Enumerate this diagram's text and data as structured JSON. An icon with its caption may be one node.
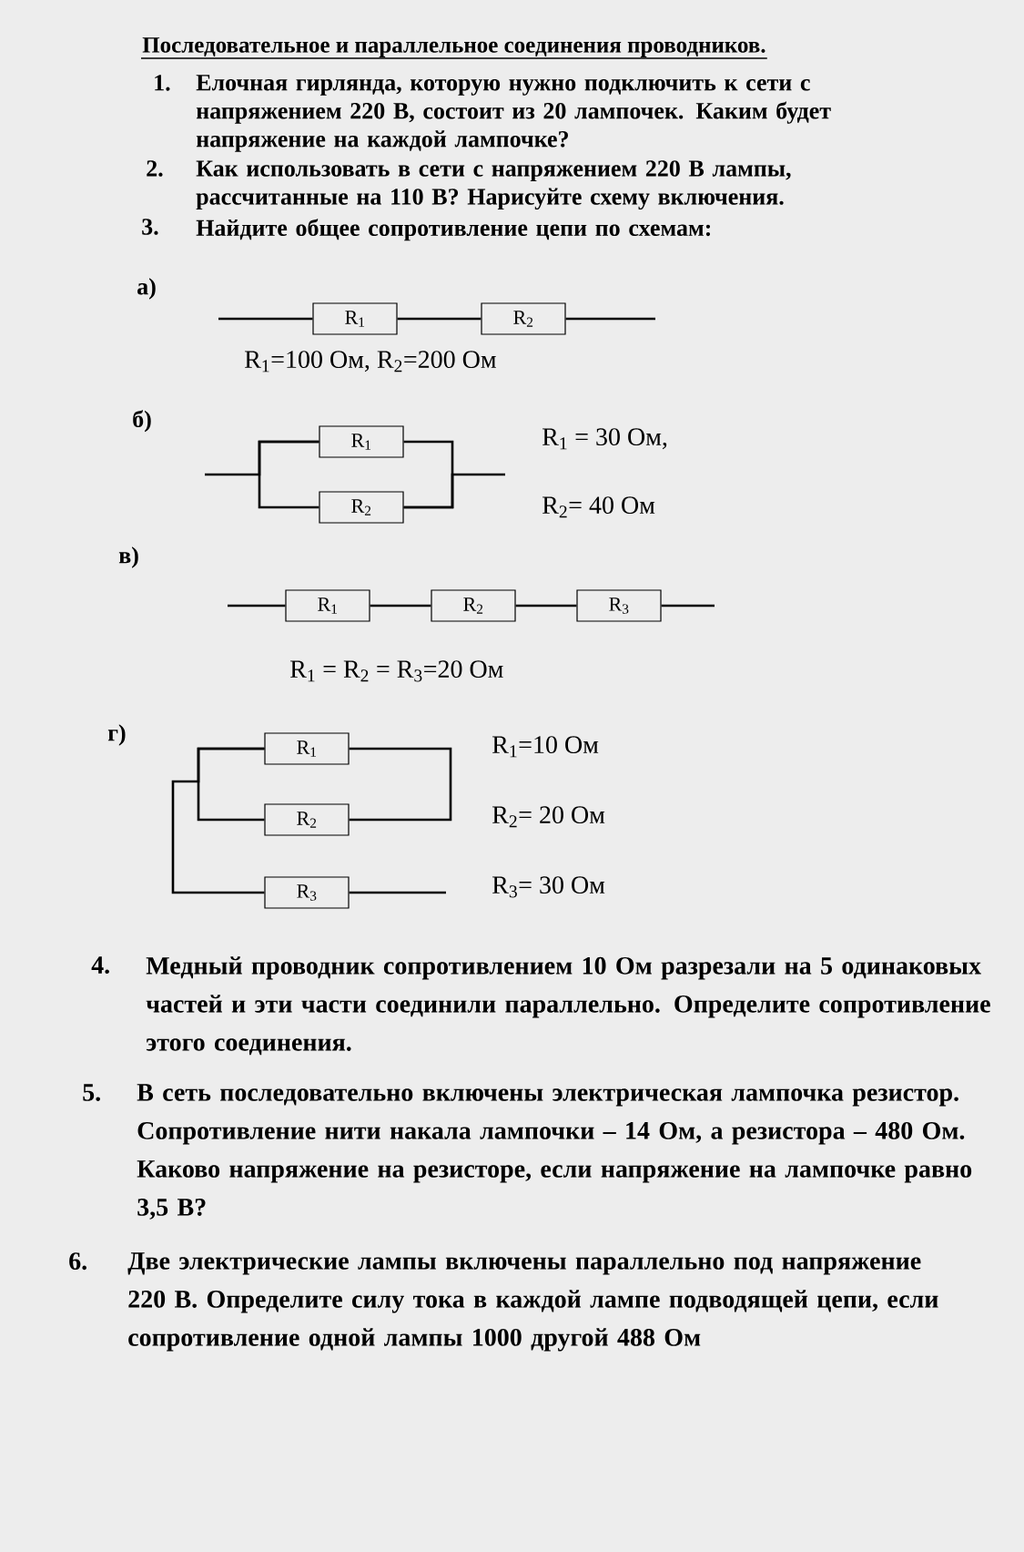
{
  "diagram": {
    "title": "Последовательное и параллельное  соединения проводников.",
    "nodes": [
      {
        "text": [
          "R$_{1}$"
        ]
      },
      {
        "text": [
          "R$_{2}$"
        ]
      },
      {
        "text": [
          "R$_{1}$"
        ]
      },
      {
        "text": [
          "R$_{2}$"
        ]
      },
      {
        "text": [
          "R$_{1}$"
        ]
      },
      {
        "text": [
          "R$_{2}$"
        ]
      },
      {
        "text": [
          "R$_{3}$"
        ]
      },
      {
        "text": [
          "R$_{1}$"
        ]
      },
      {
        "text": [
          "R$_{2}$"
        ]
      },
      {
        "text": [
          "R$_{3}$"
        ]
      }
    ],
    "edges": [
      {
        "from": null,
        "to": 0,
        "arrow": "none"
      },
      {
        "from": 0,
        "to": 1,
        "arrow": "none"
      },
      {
        "from": 1,
        "to": null,
        "arrow": "none"
      },
      {
        "from": null,
        "to": 2,
        "arrow": "none"
      },
      {
        "from": 2,
        "to": 3,
        "arrow": "none"
      },
      {
        "from": 2,
        "to": 3,
        "arrow": "none"
      },
      {
        "from": 3,
        "to": null,
        "arrow": "none"
      },
      {
        "from": null,
        "to": 4,
        "arrow": "none"
      },
      {
        "from": 4,
        "to": 5,
        "arrow": "none"
      },
      {
        "from": 5,
        "to": 6,
        "arrow": "none"
      },
      {
        "from": 6,
        "to": null,
        "arrow": "none"
      },
      {
        "from": 7,
        "to": 8,
        "arrow": "none"
      },
      {
        "from": 7,
        "to": 8,
        "arrow": "none"
      },
      {
        "from": 7,
        "to": 9,
        "arrow": "none"
      },
      {
        "from": 9,
        "to": null,
        "arrow": "none"
      }
    ],
    "labels": [
      "1.",
      "Елочная гирлянда, которую нужно подключить к сети с напряжением 220 В, состоит из 20 лампочек. Каким будет напряжение на каждой лампочке?",
      "2.",
      "Как использовать в сети с напряжением 220 В лампы, рассчитанные на 110 В? Нарисуйте схему включения.",
      "3.",
      "Найдите общее сопротивление цепи по схемам:",
      "а)",
      "R$_{1}$=100 Ом,  R$_{2}$=200 Ом",
      "б)",
      "R$_{1}$ = 30 Ом,",
      "R$_{2}$= 40 Ом",
      "в)",
      "R$_{1}$ = R$_{2}$ = R$_{3}$=20 Ом",
      "г)",
      "R$_{1}$=10 Ом",
      "R$_{2}$= 20 Ом",
      "R$_{3}$= 30 Ом",
      "4.",
      "Медный проводник сопротивлением 10 Ом разрезали на 5 одинаковых частей и эти части соединили параллельно. Определите сопротивление этого соединения.",
      "5.",
      "В сеть последовательно включены электрическая лампочка резистор. Сопротивление нити накала лампочки – 14 Ом, а резистора – 480 Ом. Каково напряжение на резисторе, если напряжение на лампочке равно 3,5 В?",
      "6.",
      "Две электрические лампы включены параллельно под напряжение 220 В. Определите силу тока в каждой лампе подводящей цепи, если сопротивление одной лампы 1000 другой 488 Ом"
    ]
  }
}
